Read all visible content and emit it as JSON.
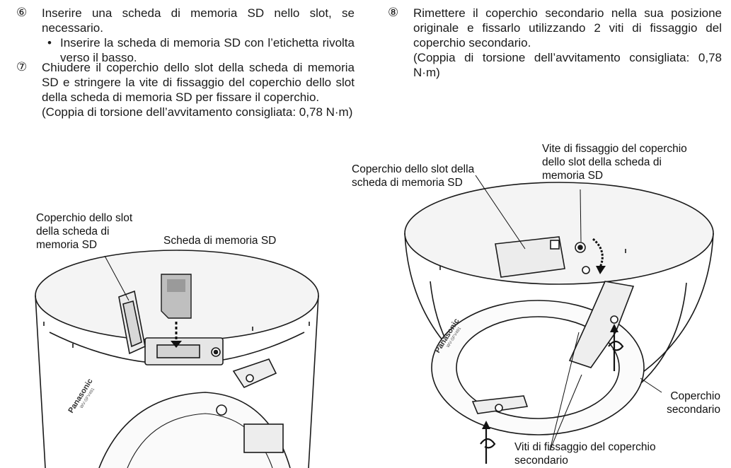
{
  "step6": {
    "number": "⑥",
    "text": "Inserire una scheda di memoria SD nello slot, se necessario.",
    "bullet": "Inserire la scheda di memoria SD con l’etichetta rivolta verso il basso."
  },
  "step7": {
    "number": "⑦",
    "text": "Chiudere il coperchio dello slot della scheda di memoria SD e stringere la vite di fissaggio del coperchio dello slot della scheda di memoria SD per fissare il coperchio.",
    "torque": "(Coppia di torsione dell’avvitamento consigliata: 0,78 N·m)"
  },
  "step8": {
    "number": "⑧",
    "text": "Rimettere il coperchio secondario nella sua posizione originale e fissarlo utilizzando 2 viti di fissaggio del coperchio secondario.",
    "torque": "(Coppia di torsione dell’avvitamento consigliata: 0,78 N·m)"
  },
  "figure_left": {
    "label_cover_line1": "Coperchio dello slot",
    "label_cover_line2": "della scheda di",
    "label_cover_line3": "memoria SD",
    "label_card": "Scheda di memoria SD",
    "brand": "Panasonic",
    "model": "WV-SFV481"
  },
  "figure_right": {
    "label_cover_line1": "Coperchio dello slot della",
    "label_cover_line2": "scheda di memoria SD",
    "label_screw_line1": "Vite di fissaggio del coperchio",
    "label_screw_line2": "dello slot della scheda di",
    "label_screw_line3": "memoria SD",
    "label_secondary_line1": "Coperchio",
    "label_secondary_line2": "secondario",
    "label_viti_line1": "Viti di fissaggio del coperchio",
    "label_viti_line2": "secondario",
    "brand": "Panasonic",
    "model": "WV-SFV481"
  }
}
